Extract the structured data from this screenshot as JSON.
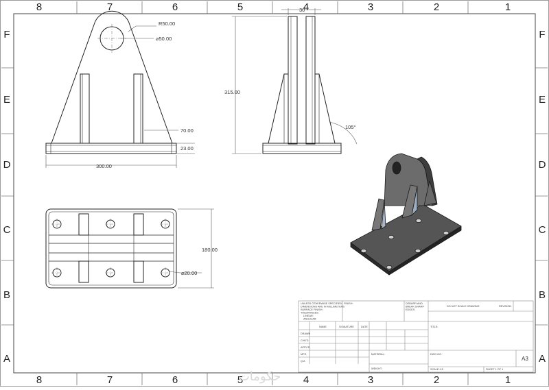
{
  "border": {
    "columns": [
      "8",
      "7",
      "6",
      "5",
      "4",
      "3",
      "2",
      "1"
    ],
    "rows": [
      "F",
      "E",
      "D",
      "C",
      "B",
      "A"
    ]
  },
  "dimensions": {
    "front_radius": "R50.00",
    "front_hole": "⌀50.00",
    "front_rib_height": "70.00",
    "front_plate_thickness": "23.00",
    "front_width": "300.00",
    "side_rib_thickness": "30",
    "side_height": "315.00",
    "side_angle": "105°",
    "top_depth": "180.00",
    "top_hole": "⌀20.00"
  },
  "title_block": {
    "notes": [
      "UNLESS OTHERWISE SPECIFIED:",
      "DIMENSIONS ARE IN MILLIMETERS",
      "SURFACE FINISH:",
      "TOLERANCES:",
      "LINEAR:",
      "ANGULAR:"
    ],
    "finish_label": "FINISH:",
    "deburr": [
      "DEBURR AND",
      "BREAK SHARP",
      "EDGES"
    ],
    "do_not_scale": "DO NOT SCALE DRAWING",
    "revision": "REVISION",
    "col_name": "NAME",
    "col_signature": "SIGNATURE",
    "col_date": "DATE",
    "row_labels": [
      "DRAWN",
      "CHK'D",
      "APPV'D",
      "MFG",
      "Q.A"
    ],
    "title_label": "TITLE:",
    "material_label": "MATERIAL:",
    "weight_label": "WEIGHT:",
    "dwg_no_label": "DWG NO.",
    "scale_label": "SCALE:1:5",
    "sheet_label": "SHEET 1 OF 1",
    "size": "A3"
  },
  "watermark": "حكومات"
}
